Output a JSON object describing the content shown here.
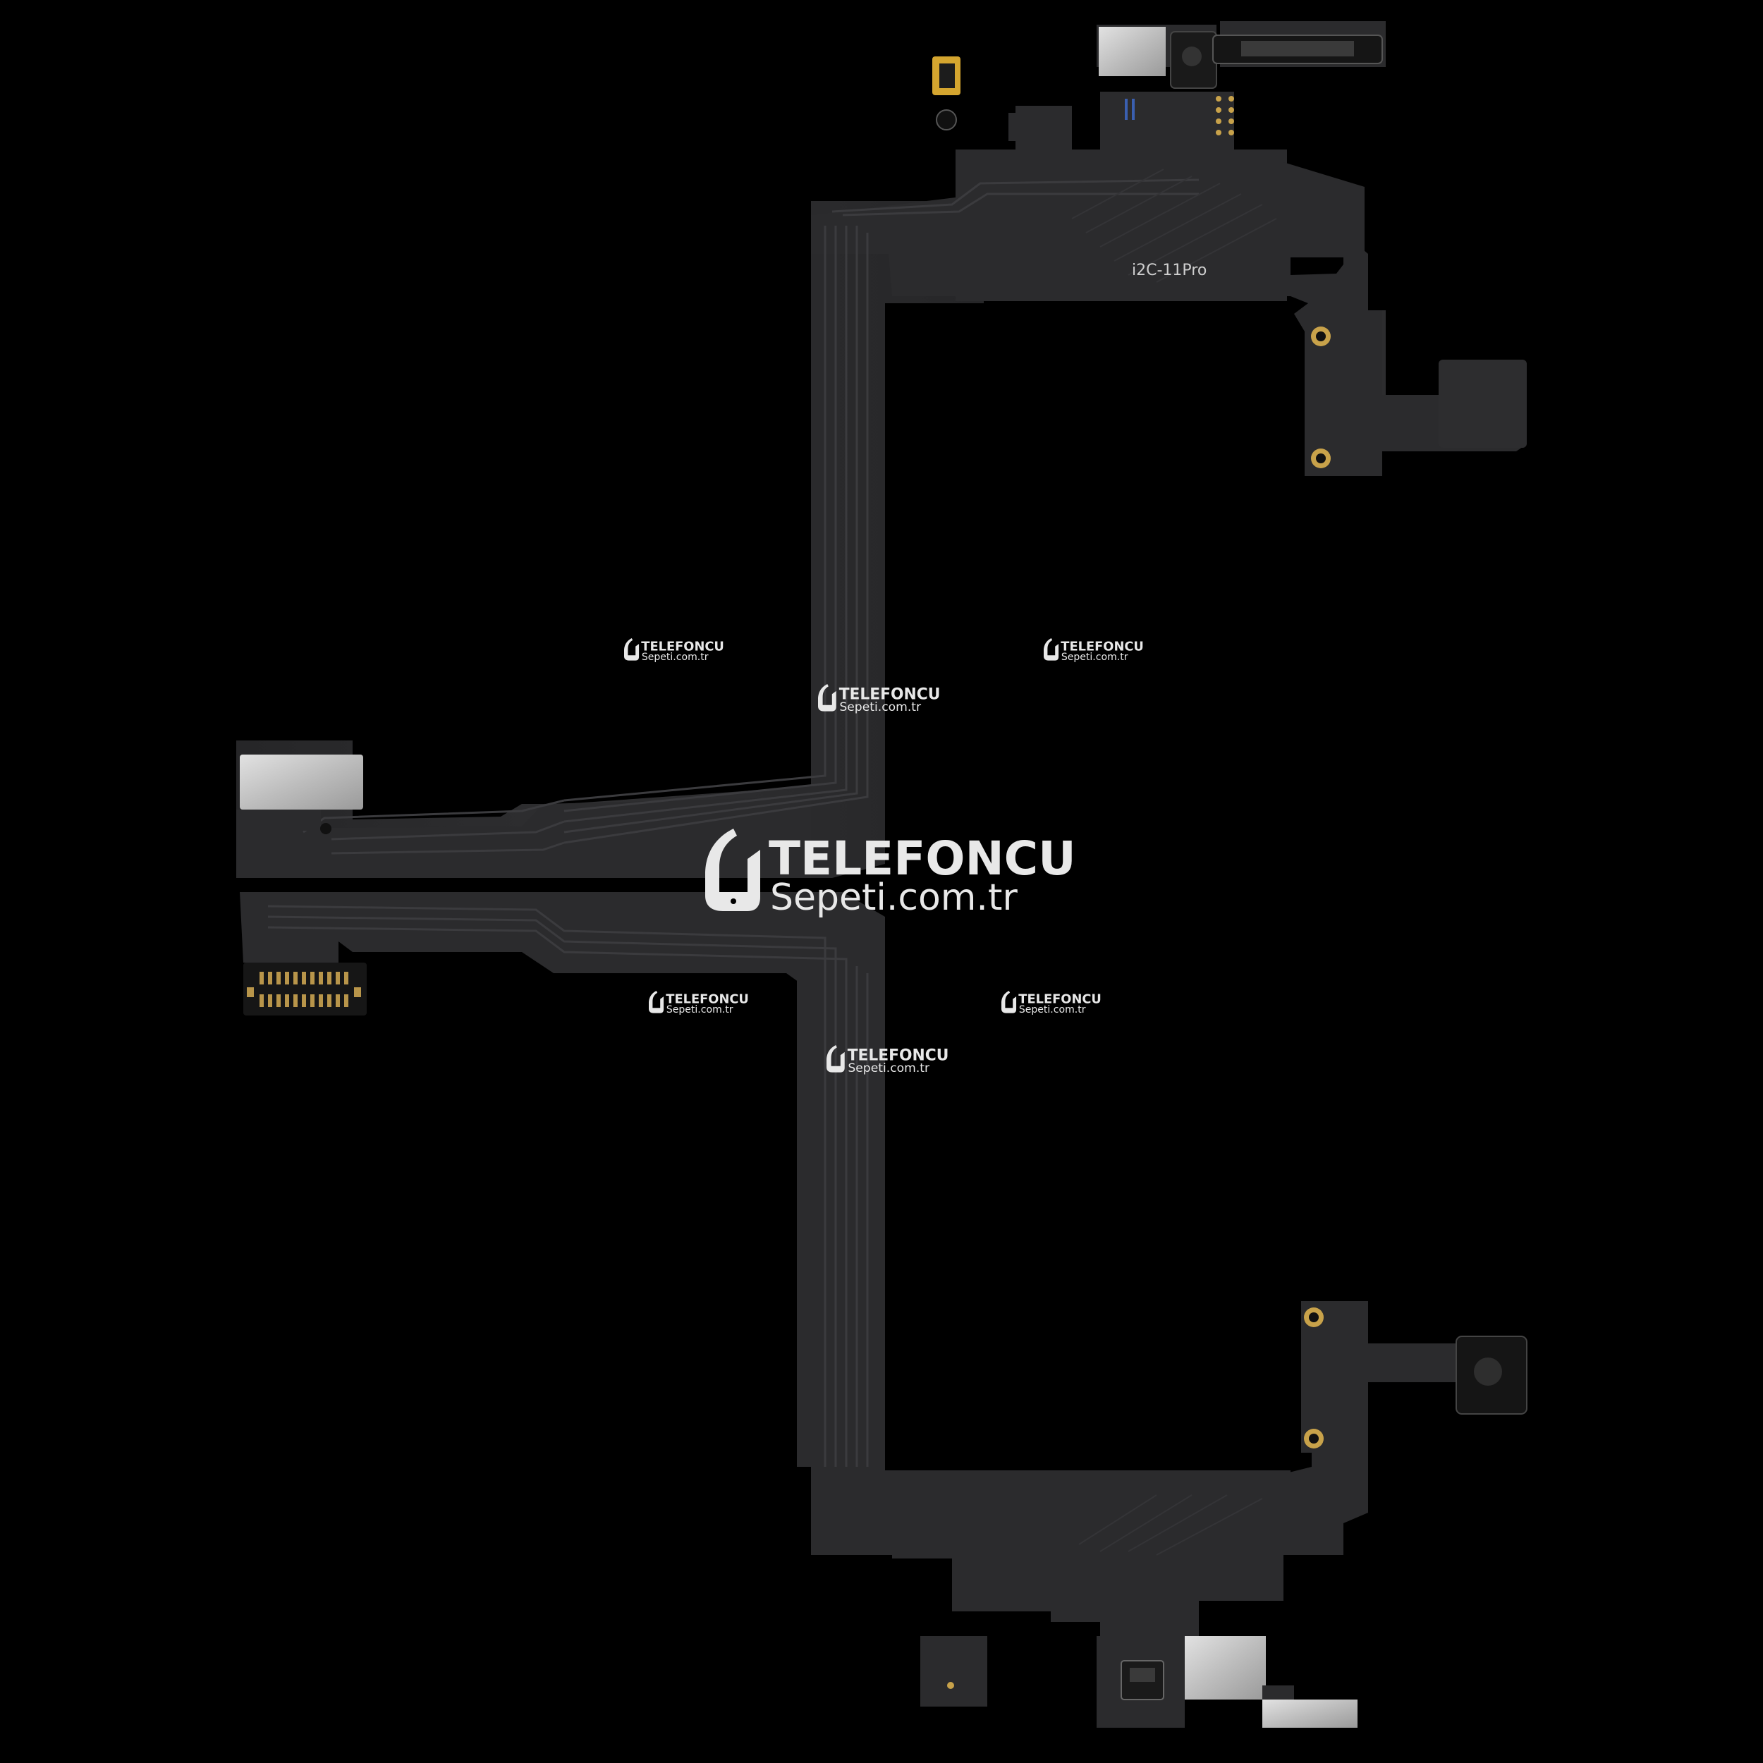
{
  "photo": {
    "background_color": "#000000",
    "flex_color": "#2b2b2d",
    "flex_trace_color": "#3a3a3d",
    "metal_color": "#c9c9c9",
    "pad_color": "#c8a24a",
    "silkscreen_label": "i2C-11Pro"
  },
  "watermark": {
    "line1": "TELEFONCU",
    "line2": "Sepeti.com.tr",
    "color": "#e8e8e8",
    "icon": "phone-hand-logo-icon"
  }
}
